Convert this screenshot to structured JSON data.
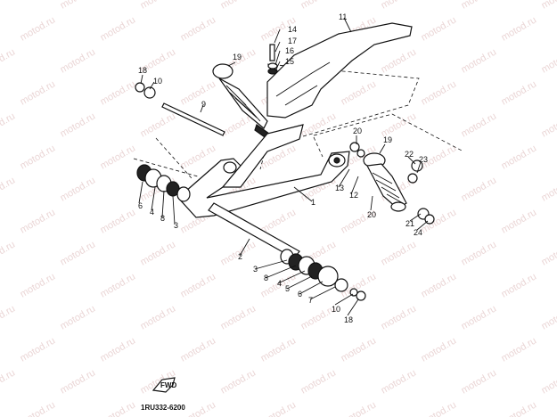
{
  "watermark": "motod.ru",
  "diagram_code": "1RU332-6200",
  "fwd_label": "FWD",
  "callouts": {
    "c1": "1",
    "c2": "2",
    "c3a": "3",
    "c3b": "3",
    "c4a": "4",
    "c4b": "4",
    "c5": "5",
    "c6a": "6",
    "c6b": "6",
    "c7": "7",
    "c8a": "8",
    "c8b": "8",
    "c9": "9",
    "c10a": "10",
    "c10b": "10",
    "c11": "11",
    "c12": "12",
    "c13": "13",
    "c14": "14",
    "c15": "15",
    "c16": "16",
    "c17": "17",
    "c18a": "18",
    "c18b": "18",
    "c19a": "19",
    "c19b": "19",
    "c20a": "20",
    "c20b": "20",
    "c21": "21",
    "c22": "22",
    "c23": "23",
    "c24": "24"
  }
}
